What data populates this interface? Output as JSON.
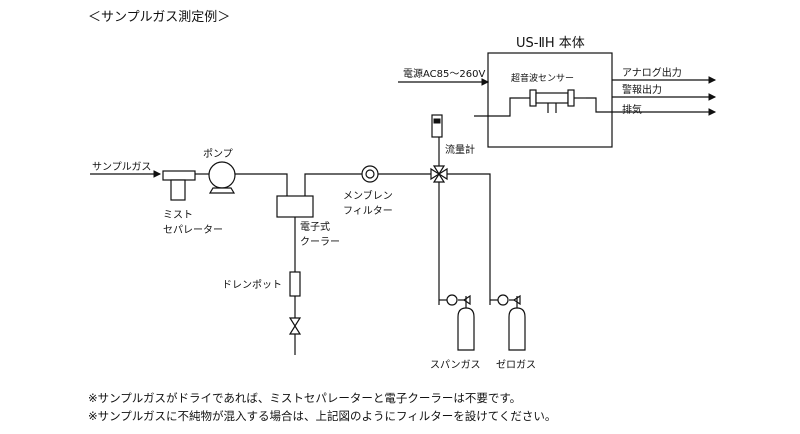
{
  "title": "＜サンプルガス測定例＞",
  "unit_box": {
    "title": "US-ⅡH 本体",
    "sensor": "超音波センサー"
  },
  "power": "電源AC85～260V",
  "outputs": [
    "アナログ出力",
    "警報出力",
    "排気"
  ],
  "components": {
    "sample_gas": "サンプルガス",
    "pump": "ポンプ",
    "mist_separator": [
      "ミスト",
      "セパレーター"
    ],
    "cooler": [
      "電子式",
      "クーラー"
    ],
    "drain_pot": "ドレンポット",
    "membrane_filter": [
      "メンブレン",
      "フィルター"
    ],
    "flowmeter": "流量計",
    "span_gas": "スパンガス",
    "zero_gas": "ゼロガス"
  },
  "notes": [
    "※サンプルガスがドライであれば、ミストセパレーターと電子クーラーは不要です。",
    "※サンプルガスに不純物が混入する場合は、上記図のようにフィルターを設けてください。"
  ]
}
